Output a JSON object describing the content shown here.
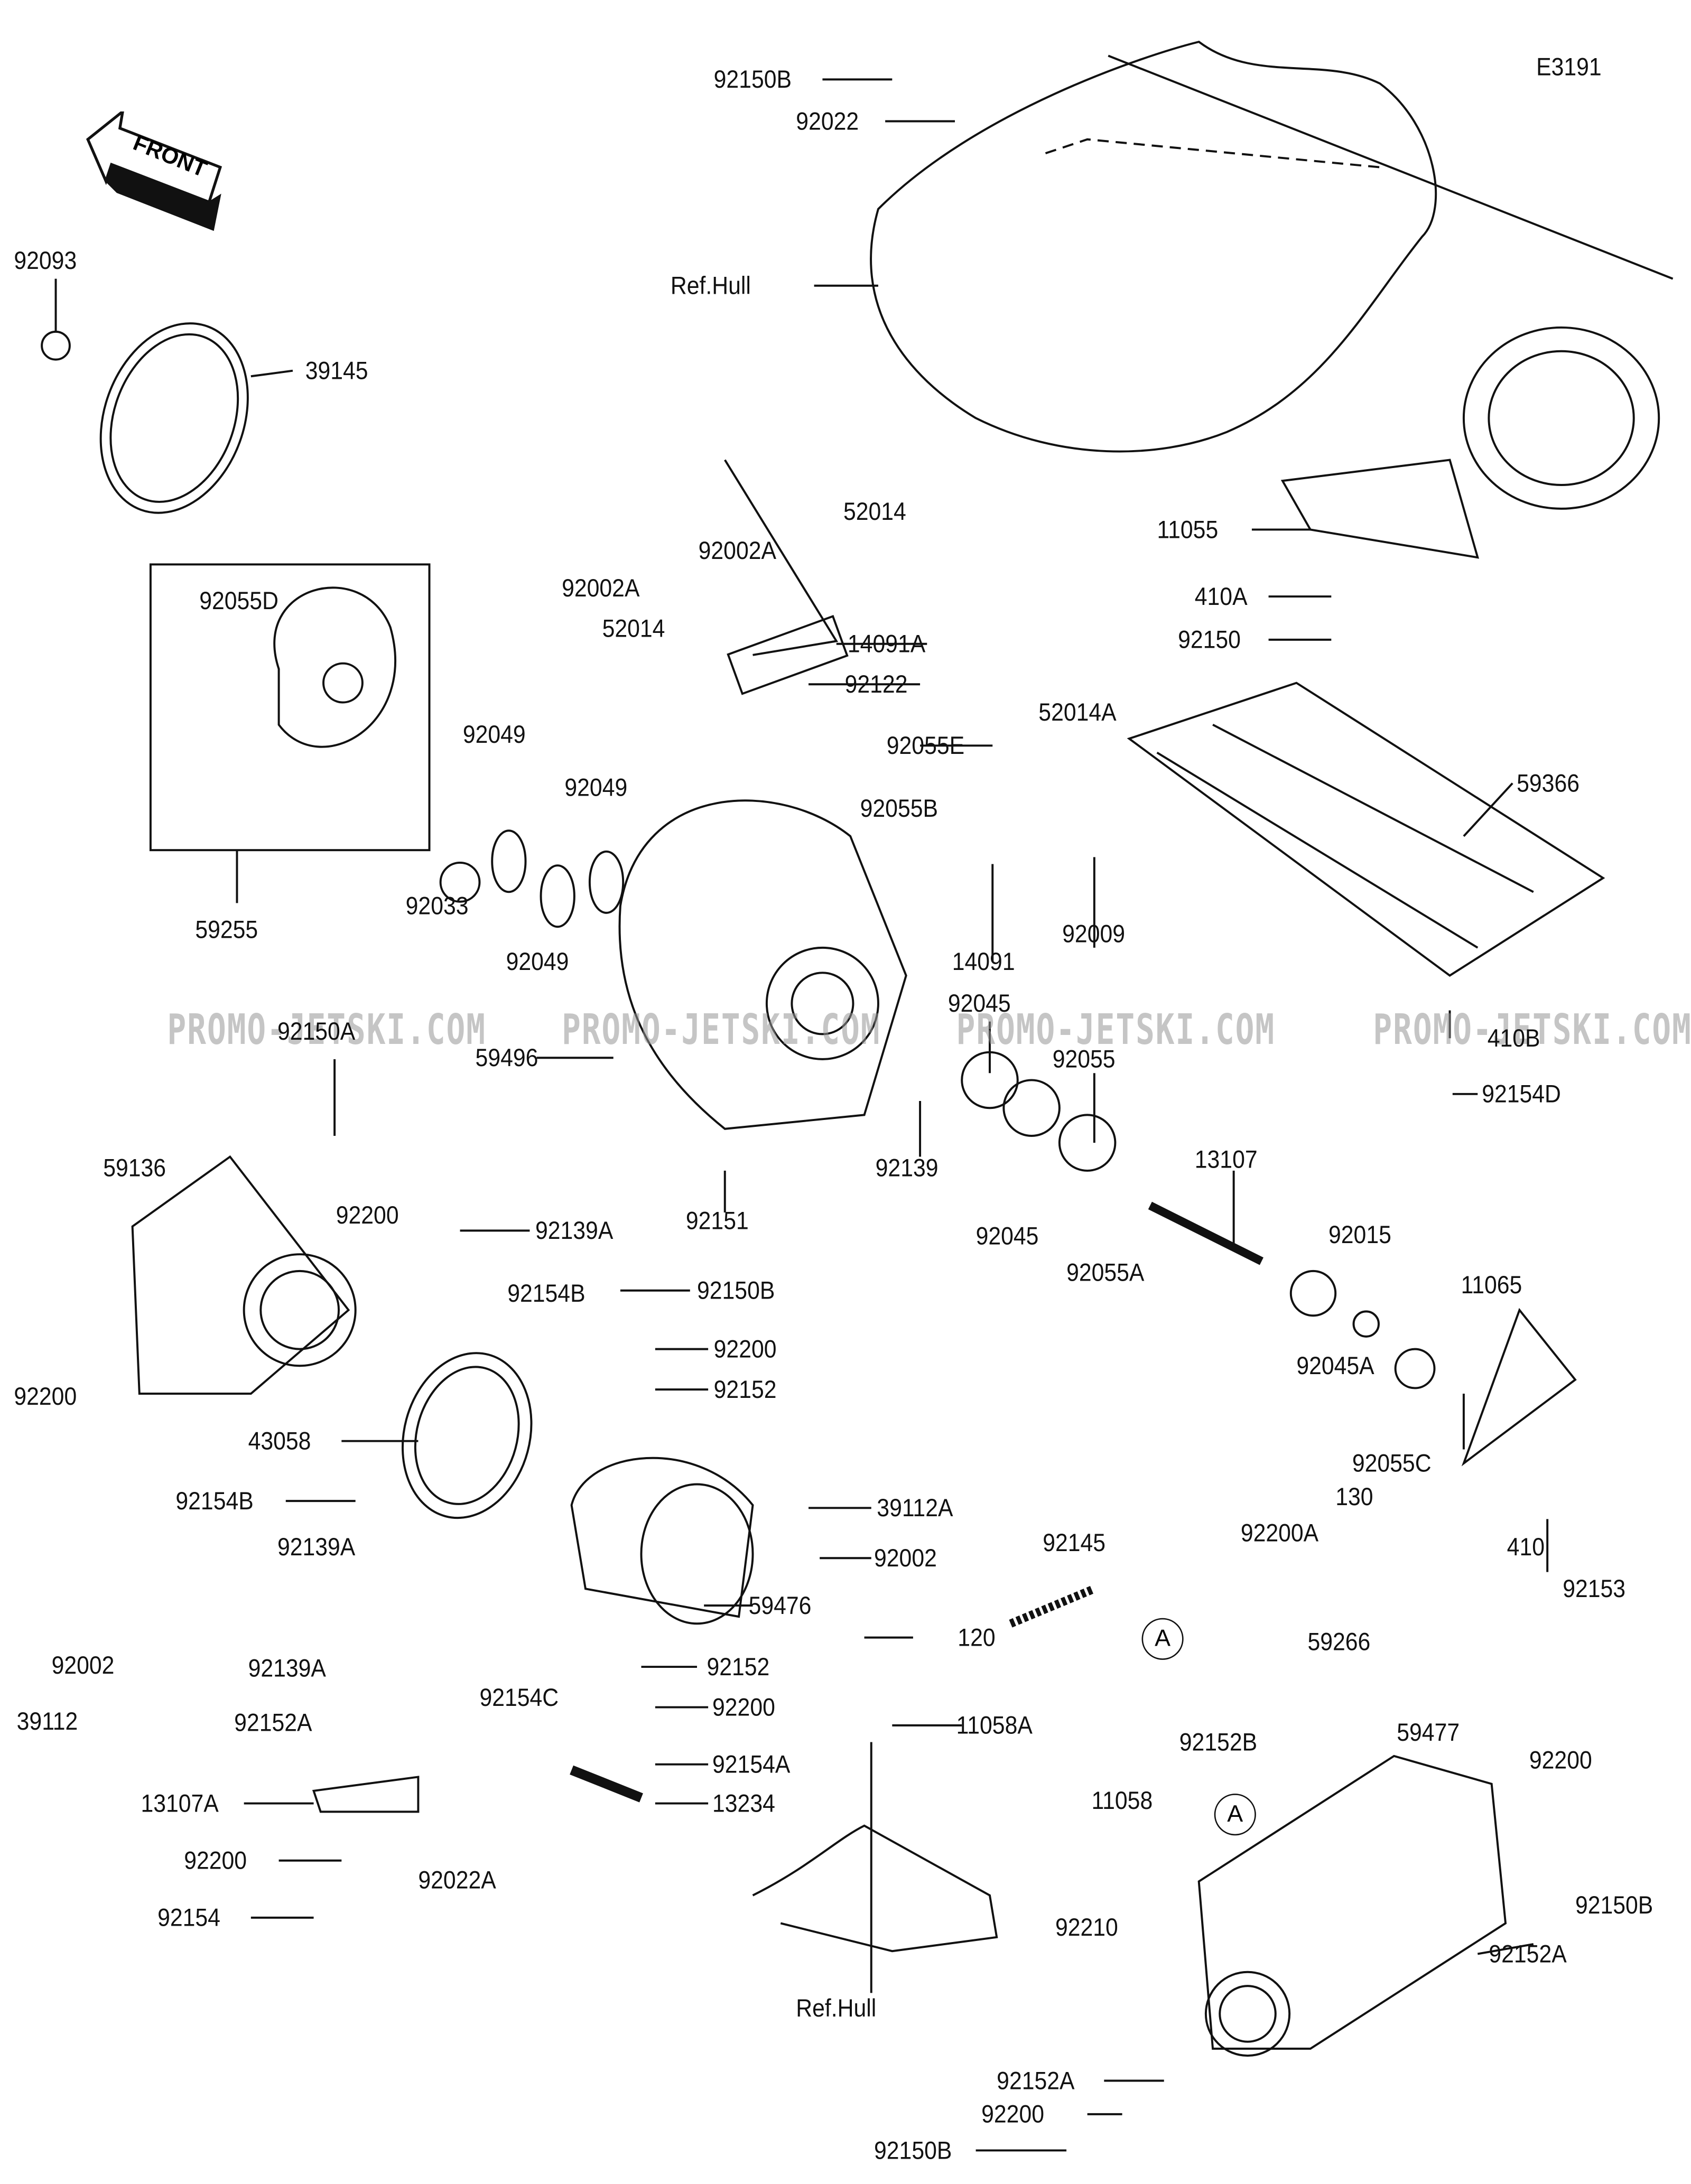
{
  "diagram_code": "E3191",
  "front_arrow": {
    "label": "FRONT",
    "icon": "front-arrow-icon"
  },
  "watermark": "PROMO-JETSKI.COM",
  "callouts": [
    "A",
    "A"
  ],
  "labels": [
    "92150B",
    "92022",
    "92093",
    "39145",
    "Ref.Hull",
    "52014",
    "92002A",
    "92002A",
    "92055D",
    "11055",
    "14091A",
    "52014",
    "410A",
    "92150",
    "92122",
    "92049",
    "92055E",
    "52014A",
    "92049",
    "92055B",
    "59366",
    "92033",
    "92049",
    "59255",
    "14091",
    "92009",
    "92045",
    "59496",
    "92150A",
    "92055",
    "410B",
    "92154D",
    "59136",
    "92139",
    "13107",
    "92151",
    "92200",
    "92139A",
    "92045",
    "92015",
    "92055A",
    "11065",
    "92154B",
    "92150B",
    "92200",
    "92152",
    "92200",
    "92045A",
    "92055C",
    "43058",
    "92154B",
    "39112A",
    "130",
    "92200A",
    "92145",
    "92139A",
    "92002",
    "410",
    "92153",
    "59476",
    "120",
    "59266",
    "92002",
    "92139A",
    "92152",
    "59477",
    "39112",
    "92152A",
    "92154C",
    "92200",
    "11058A",
    "92152B",
    "92200",
    "92154A",
    "13107A",
    "13234",
    "11058",
    "92150B",
    "92200",
    "92022A",
    "92154",
    "92152A",
    "92210",
    "Ref.Hull",
    "92152A",
    "92200",
    "92150B"
  ]
}
